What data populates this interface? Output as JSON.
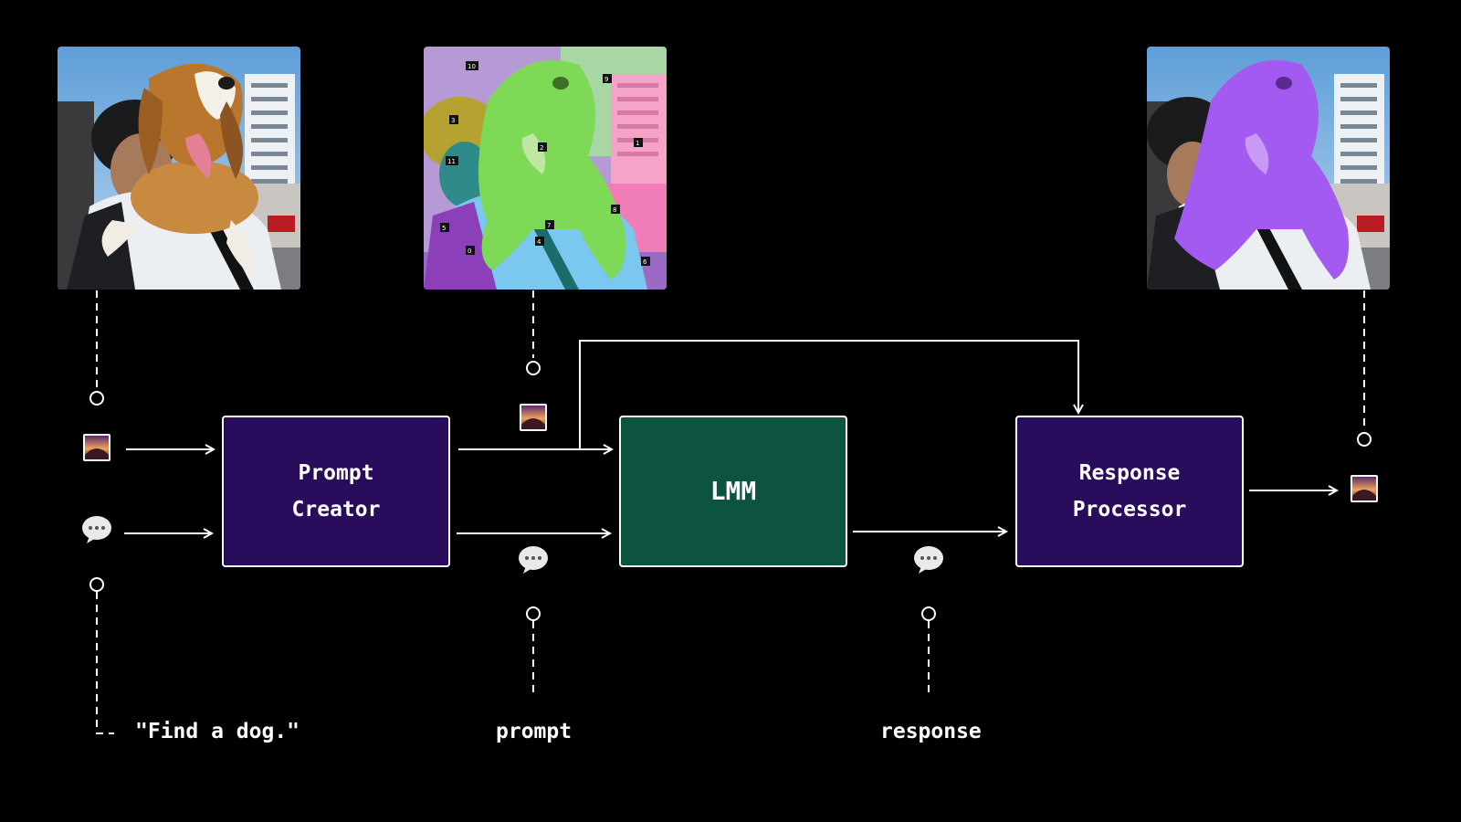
{
  "boxes": {
    "prompt_creator": "Prompt\nCreator",
    "lmm": "LMM",
    "response_processor": "Response\nProcessor"
  },
  "captions": {
    "input_text": "\"Find a dog.\"",
    "prompt": "prompt",
    "response": "response"
  },
  "photos": {
    "input": "photo of a man carrying a beagle on his shoulders",
    "marked": "same photo with colored segmentation masks and numbered marks",
    "output": "same photo with the dog highlighted in purple"
  },
  "marks": [
    "10",
    "9",
    "3",
    "2",
    "1",
    "11",
    "5",
    "7",
    "4",
    "0",
    "8",
    "6"
  ],
  "colors": {
    "background": "#000000",
    "box_purple": "#2a0c5c",
    "box_green": "#0d5440",
    "line": "#ffffff",
    "dog_mask_green": "#7ed957",
    "dog_mask_purple": "#a25af0"
  },
  "icons": {
    "image": "image-icon",
    "chat": "chat-bubble-icon"
  }
}
